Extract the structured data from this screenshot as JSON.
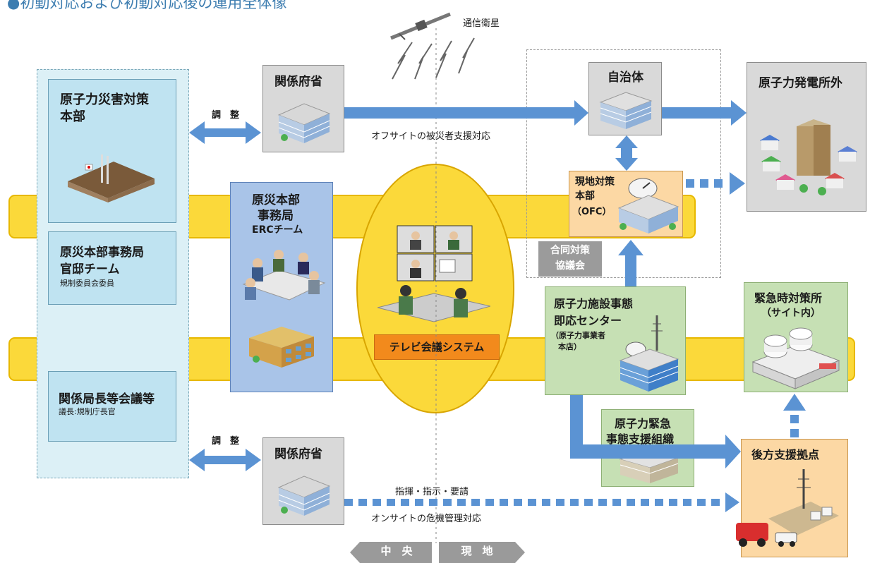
{
  "heading": "●初動対応および初動対応後の運用全体像",
  "satellite_label": "通信衛星",
  "left_panel": {
    "hq": {
      "line1": "原子力災害対策",
      "line2": "本部"
    },
    "kantei": {
      "line1": "原災本部事務局",
      "line2": "官邸チーム",
      "sub": "規制委員会委員"
    },
    "meeting": {
      "line1": "関係局長等会議等",
      "sub": "議長:規制庁長官"
    }
  },
  "erc": {
    "line1": "原災本部",
    "line2": "事務局",
    "sub": "ERCチーム"
  },
  "ministries_top": "関係府省",
  "ministries_bottom": "関係府省",
  "coord_top": "調　整",
  "coord_bottom": "調　整",
  "offsite_support": "オフサイトの被災者支援対応",
  "local_gov": "自治体",
  "outside_plant": "原子力発電所外",
  "ofc": {
    "line1": "現地対策",
    "line2": "本部",
    "line3": "（OFC）"
  },
  "joint_council": {
    "line1": "合同対策",
    "line2": "協議会"
  },
  "tv_conference": "テレビ会議システム",
  "center": {
    "line1": "原子力施設事態",
    "line2": "即応センター",
    "sub1": "（原子力事業者",
    "sub2": "本店）"
  },
  "emergency_office": {
    "line1": "緊急時対策所",
    "line2": "（サイト内）"
  },
  "support_org": {
    "line1": "原子力緊急",
    "line2": "事態支援組織"
  },
  "rear_base": "後方支援拠点",
  "command_label": "指揮・指示・要請",
  "onsite_crisis": "オンサイトの危機管理対応",
  "nav_center": "中　央",
  "nav_local": "現　地",
  "colors": {
    "band": "#fbd93a",
    "arrow": "#5b93d3",
    "tv": "#f28a1c"
  }
}
